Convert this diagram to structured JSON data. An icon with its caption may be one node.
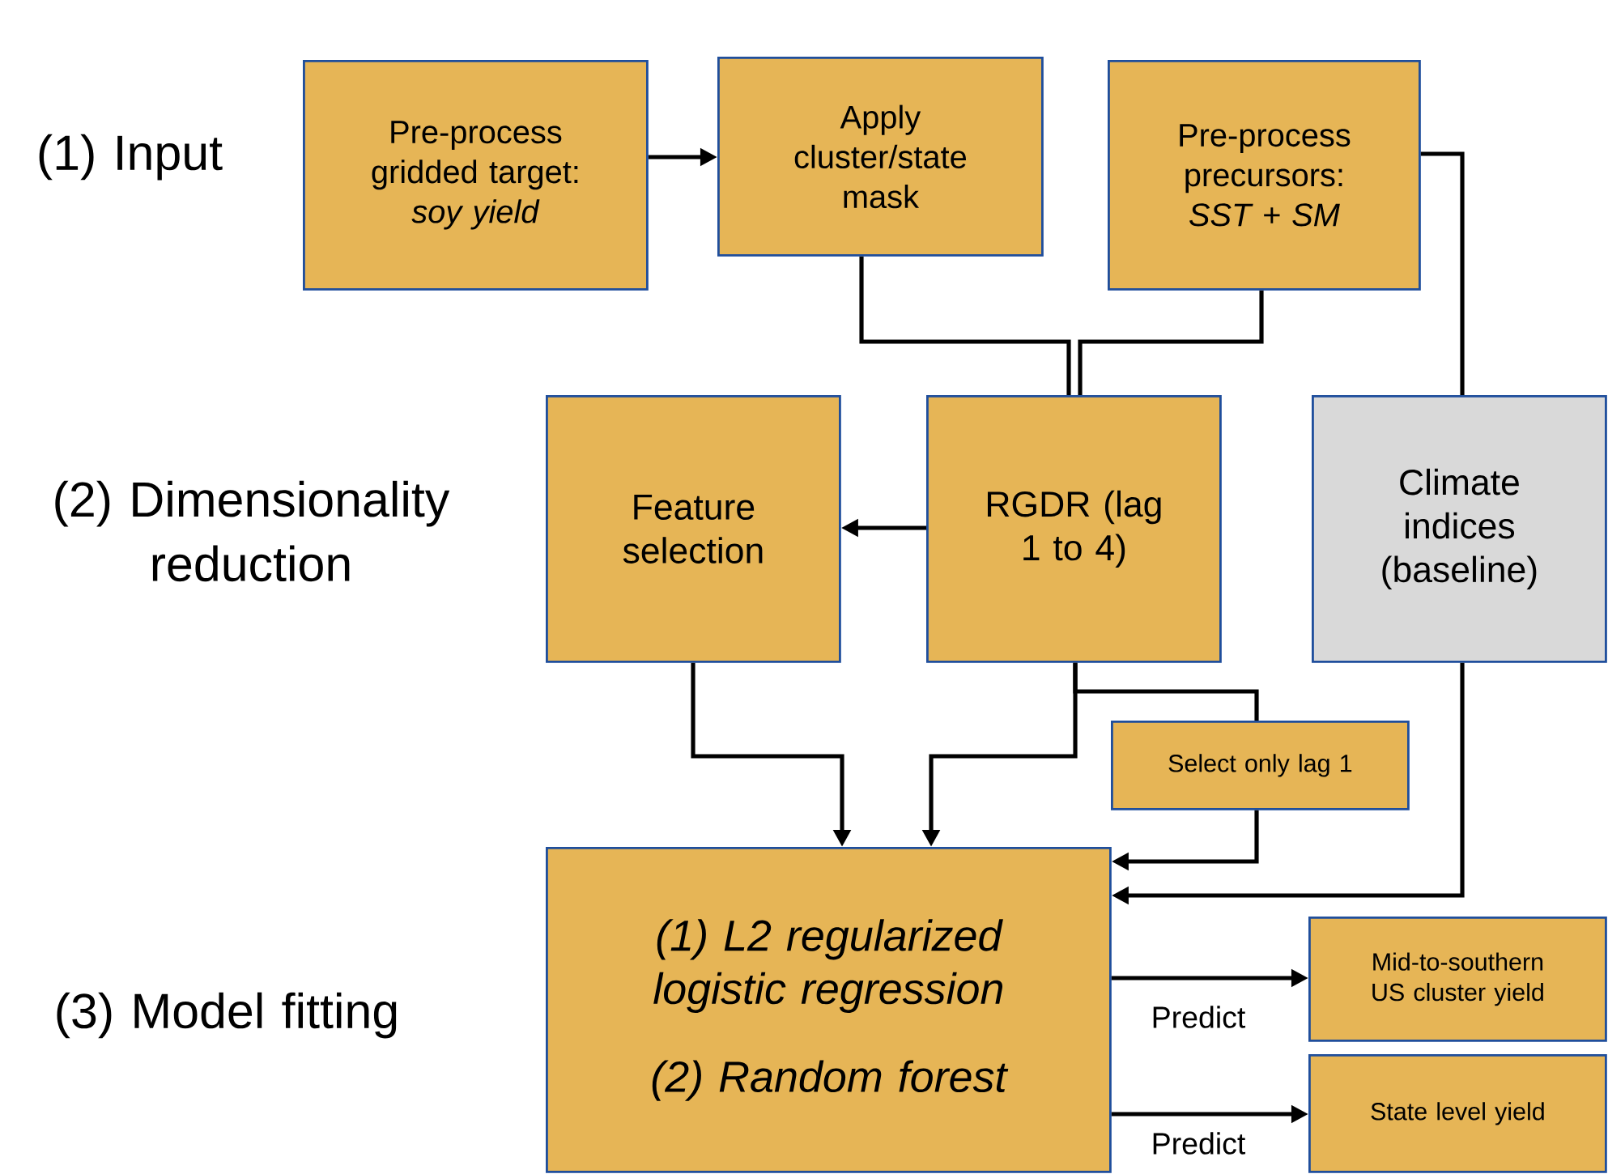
{
  "diagram": {
    "nodes": [
      {
        "text": [
          "Pre-process gridded target: *soy yield*"
        ]
      },
      {
        "text": [
          "Apply cluster/state mask"
        ]
      },
      {
        "text": [
          "Pre-process precursors: *SST + SM*"
        ]
      },
      {
        "text": [
          "Feature selection"
        ]
      },
      {
        "text": [
          "RGDR (lag 1 to 4)"
        ]
      },
      {
        "text": [
          "Climate indices (baseline)"
        ]
      },
      {
        "text": [
          "Select only lag 1"
        ]
      },
      {
        "text": [
          "(1) L2 regularized logistic regression",
          "(2) Random forest"
        ]
      },
      {
        "text": [
          "Mid-to-southern US cluster yield"
        ]
      },
      {
        "text": [
          "State level yield"
        ]
      }
    ],
    "edges": [
      {
        "from": 0,
        "to": 1,
        "arrow": "to"
      },
      {
        "from": 1,
        "to": 4,
        "arrow": "none"
      },
      {
        "from": 2,
        "to": 4,
        "arrow": "none"
      },
      {
        "from": 2,
        "to": 5,
        "arrow": "none"
      },
      {
        "from": 4,
        "to": 3,
        "arrow": "to"
      },
      {
        "from": 3,
        "to": 7,
        "arrow": "to"
      },
      {
        "from": 4,
        "to": 7,
        "arrow": "to"
      },
      {
        "from": 4,
        "to": 6,
        "arrow": "none"
      },
      {
        "from": 6,
        "to": 7,
        "arrow": "to"
      },
      {
        "from": 5,
        "to": 7,
        "arrow": "to"
      },
      {
        "from": 7,
        "to": 8,
        "arrow": "to",
        "label": "Predict"
      },
      {
        "from": 7,
        "to": 9,
        "arrow": "to",
        "label": "Predict"
      }
    ],
    "labels": [
      "(1) Input",
      "(2) Dimensionality reduction",
      "(3) Model fitting"
    ]
  }
}
